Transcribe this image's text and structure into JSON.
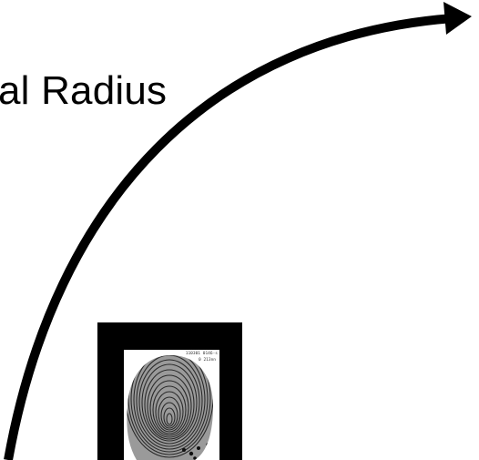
{
  "diagram": {
    "label": "al Radius",
    "arrow_color": "#000000",
    "frame_color": "#000000",
    "background": "#ffffff"
  },
  "fingerprint_image": {
    "kind": "fingerprint",
    "caption_line_1": "110301 0146-s",
    "caption_line_2": "0 213nn"
  }
}
